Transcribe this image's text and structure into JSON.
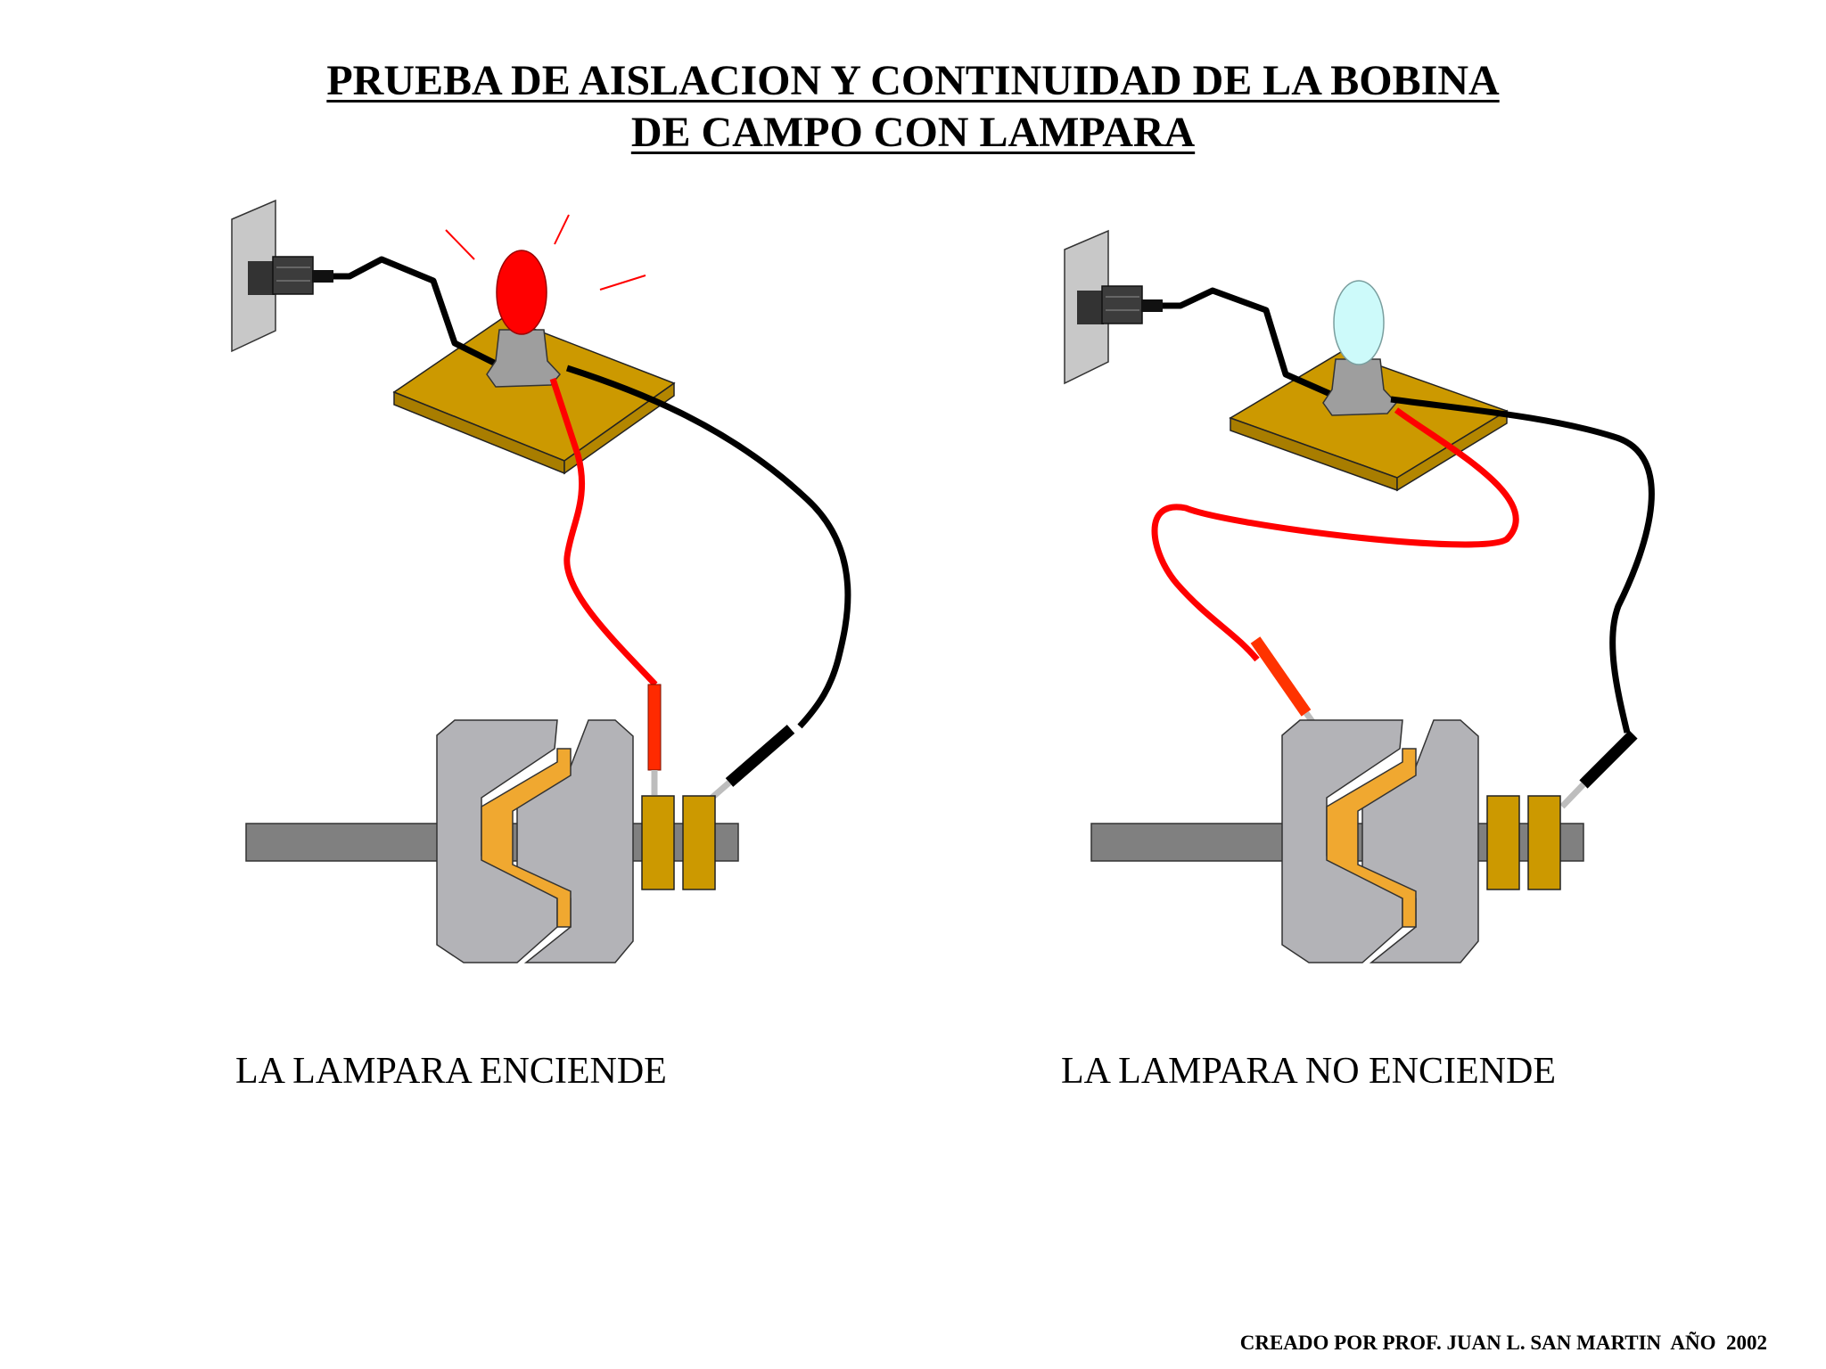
{
  "title": {
    "line1": "PRUEBA DE AISLACION Y CONTINUIDAD DE LA BOBINA",
    "line2": "DE CAMPO CON LAMPARA"
  },
  "panels": [
    {
      "caption": "LA LAMPARA ENCIENDE",
      "lamp_state": "on",
      "lamp_color": "#ff0000"
    },
    {
      "caption": "LA LAMPARA NO ENCIENDE",
      "lamp_state": "off",
      "lamp_color": "#cdfafa"
    }
  ],
  "credit": "CREADO POR PROF. JUAN L. SAN MARTIN  AÑO  2002",
  "colors": {
    "wire_black": "#000000",
    "wire_red": "#ff0000",
    "board": "#cc9900",
    "rotor": "#b3b3b7",
    "shaft": "#808080",
    "coil": "#f0a830",
    "outlet": "#c8c8c8"
  }
}
